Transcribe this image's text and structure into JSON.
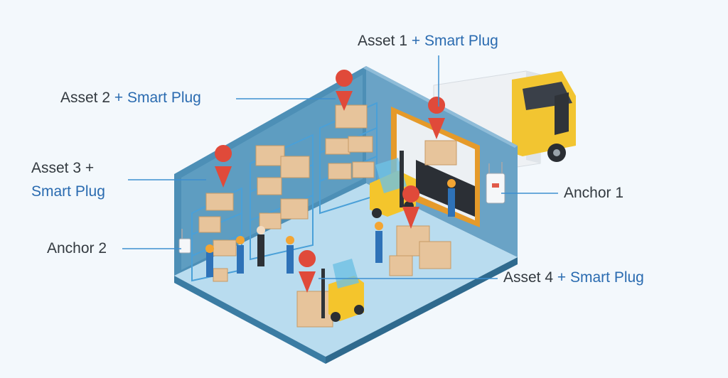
{
  "colors": {
    "text": "#333a40",
    "accent": "#2a6bb0",
    "leader_line": "#3d8fd0",
    "wall": "#4d8fb6",
    "wall_inner": "#6aa3c6",
    "floor": "#b9dcef",
    "pin": "#e04a3a",
    "box": "#e7c49b",
    "truck_cab": "#f2c531",
    "forklift": "#f4c52c"
  },
  "callouts": {
    "asset1": {
      "text": "Asset 1",
      "plus": " + ",
      "accent": "Smart Plug"
    },
    "asset2": {
      "text": "Asset 2",
      "plus": " + ",
      "accent": "Smart Plug"
    },
    "asset3": {
      "line1": "Asset 3 +",
      "accent": "Smart Plug"
    },
    "asset4": {
      "text": "Asset 4",
      "plus": " + ",
      "accent": "Smart Plug"
    },
    "anchor1": {
      "text": "Anchor 1"
    },
    "anchor2": {
      "text": "Anchor 2"
    }
  },
  "icons": {
    "asset_pin": "location-pin-icon",
    "anchor_device": "wall-anchor-device-icon"
  }
}
